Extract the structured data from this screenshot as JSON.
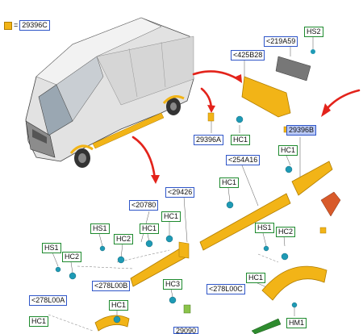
{
  "legend": {
    "equals": "=",
    "part": "29396C"
  },
  "labels": {
    "p219A59": "<219A59",
    "hs2_top": "HS2",
    "p425B28": "<425B28",
    "p29396A": "29396A",
    "hc1_a": "HC1",
    "p29396B": "29396B",
    "hc1_b": "HC1",
    "p254A16": "<254A16",
    "hc1_c": "HC1",
    "p20780": "<20780",
    "p29426": "<29426",
    "hc1_d": "HC1",
    "hs1_a": "HS1",
    "hc1_e": "HC1",
    "hc2_a": "HC2",
    "hs1_b": "HS1",
    "hc2_b": "HC2",
    "hs1_c": "HS1",
    "hc2_c": "HC2",
    "p278L00B": "<278L00B",
    "hc3": "HC3",
    "hc1_f": "HC1",
    "p278L00C": "<278L00C",
    "hc1_g": "HC1",
    "p278L00A": "<278L00A",
    "hc1_h": "HC1",
    "hm1": "HM1",
    "p29090": "29090"
  },
  "colors": {
    "part_yellow": "#f2b417",
    "part_edge": "#b07d00",
    "arrow_red": "#e3231b",
    "label_blue": "#2f56c8",
    "label_green": "#1e8a2e",
    "selected_fill": "#b9c8f5"
  }
}
